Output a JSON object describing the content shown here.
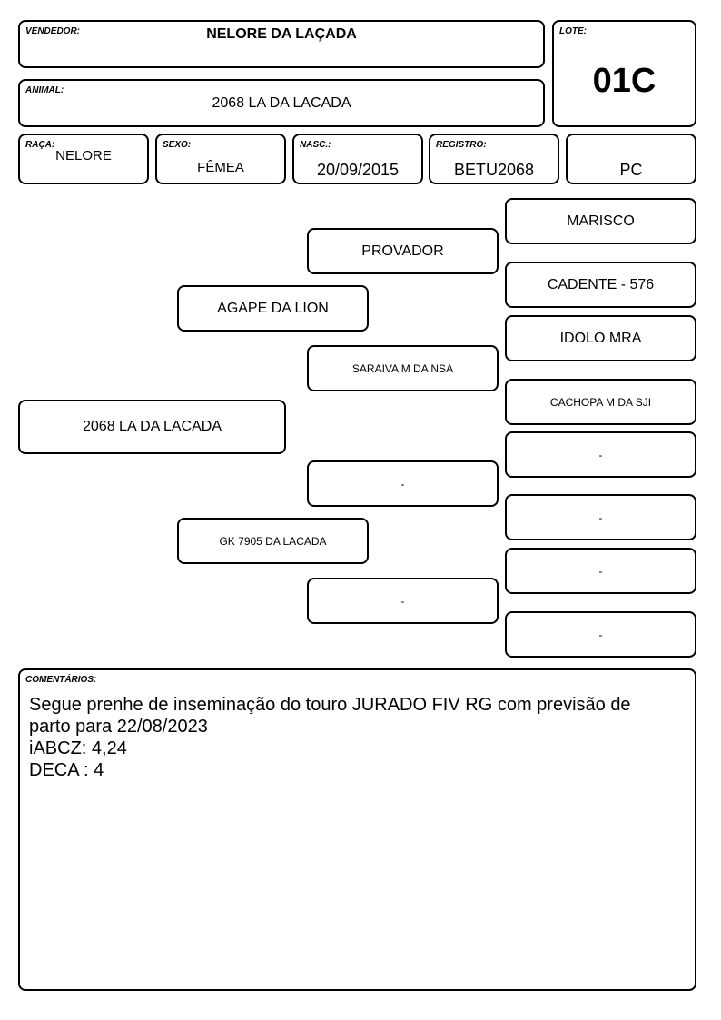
{
  "header": {
    "vendedor_label": "VENDEDOR:",
    "vendedor": "NELORE DA LAÇADA",
    "lote_label": "LOTE:",
    "lote": "01C",
    "animal_label": "ANIMAL:",
    "animal": "2068 LA DA LACADA"
  },
  "info": {
    "raca_label": "RAÇA:",
    "raca": "NELORE",
    "sexo_label": "SEXO:",
    "sexo": "FÊMEA",
    "nasc_label": "NASC.:",
    "nasc": "20/09/2015",
    "registro_label": "REGISTRO:",
    "registro": "BETU2068",
    "categoria": "PC"
  },
  "pedigree": {
    "animal": "2068 LA DA LACADA",
    "sire": "AGAPE DA LION",
    "dam": "GK 7905 DA LACADA",
    "sire_sire": "PROVADOR",
    "sire_dam": "SARAIVA M DA NSA",
    "dam_sire": "-",
    "dam_dam": "-",
    "ggp": [
      "MARISCO",
      "CADENTE - 576",
      "IDOLO MRA",
      "CACHOPA M DA SJI",
      "-",
      "-",
      "-",
      "-"
    ]
  },
  "comments": {
    "label": "COMENTÁRIOS:",
    "lines": [
      "Segue prenhe de inseminação do touro JURADO FIV RG com previsão de",
      "parto para 22/08/2023",
      "iABCZ: 4,24",
      "DECA : 4"
    ]
  }
}
